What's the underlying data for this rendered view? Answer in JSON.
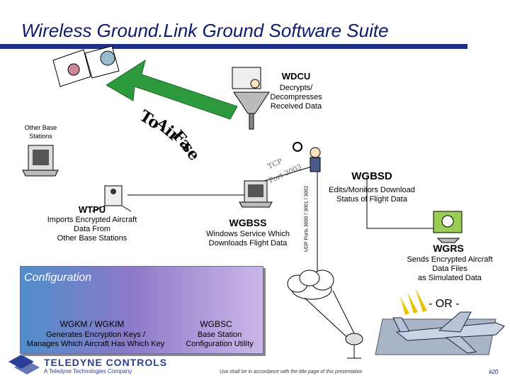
{
  "title": "Wireless Ground.Link Ground Software Suite",
  "wdcu": {
    "name": "WDCU",
    "desc": "Decrypts/\nDecompresses\nReceived Data"
  },
  "other_base": "Other Base\nStations",
  "to_airbase": {
    "t1": "To",
    "t2": "Air",
    "t3": "Fa",
    "t4": "se"
  },
  "tcp": {
    "line1": "TCP",
    "line2": "Port 3003"
  },
  "wgbsd": {
    "name": "WGBSD",
    "desc": "Edits/Monitors Download\nStatus of Flight Data"
  },
  "wtpu": {
    "name": "WTPU",
    "desc": "Imports Encrypted Aircraft\nData From\nOther Base Stations"
  },
  "wgbss": {
    "name": "WGBSS",
    "desc": "Windows Service Which\nDownloads Flight Data"
  },
  "udp": "UDP Ports 3000 / 3001 / 3002",
  "wgrs": {
    "name": "WGRS",
    "desc": "Sends Encrypted Aircraft\nData Files\nas Simulated Data"
  },
  "configuration": "Configuration",
  "or_label": "- OR -",
  "wgkm": {
    "name": "WGKM / WGKIM",
    "desc": "Generates Encryption Keys /\nManages Which Aircraft Has Which Key"
  },
  "wgbsc": {
    "name": "WGBSC",
    "desc": "Base Station\nConfiguration Utility"
  },
  "footer_note": "Use shall be in accordance with the title page of this presentation",
  "page_number": "#20",
  "logo": {
    "name": "TELEDYNE CONTROLS",
    "tagline": "A Teledyne Technologies Company"
  },
  "colors": {
    "title": "#0b1a6e",
    "arrow_green": "#2e9a3e",
    "config_start": "#4f8ec9",
    "config_end": "#cbb7e8"
  }
}
